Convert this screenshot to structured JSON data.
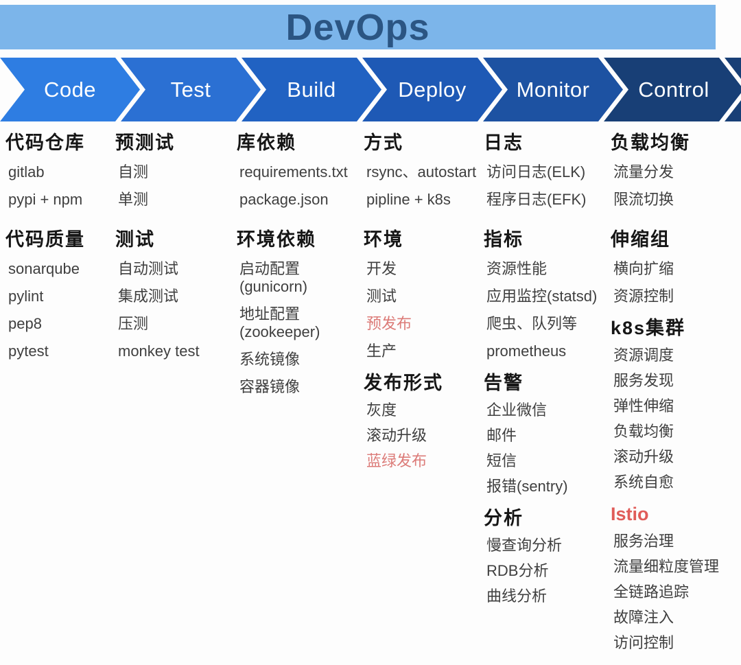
{
  "title": "DevOps",
  "colors": {
    "banner_bg": "#7cb5ea",
    "banner_text": "#2b5583",
    "heading_text": "#161616",
    "item_text": "#3f3f3f",
    "highlight_red": "#dc7b78",
    "istio_red": "#e05c59",
    "chevron_text": "#ffffff"
  },
  "pipeline": [
    {
      "label": "Code",
      "color": "#2e7de2"
    },
    {
      "label": "Test",
      "color": "#2b70d3"
    },
    {
      "label": "Build",
      "color": "#2162c2"
    },
    {
      "label": "Deploy",
      "color": "#1e59b5"
    },
    {
      "label": "Monitor",
      "color": "#1d52a2"
    },
    {
      "label": "Control",
      "color": "#183f76"
    }
  ],
  "pipeline_stub_color": "#183f76",
  "columns": [
    {
      "stage": "Code",
      "sections": [
        {
          "heading": "代码仓库",
          "items": [
            {
              "text": "gitlab"
            },
            {
              "text": "pypi + npm"
            }
          ]
        },
        {
          "heading": "代码质量",
          "items": [
            {
              "text": "sonarqube"
            },
            {
              "text": "pylint"
            },
            {
              "text": "pep8"
            },
            {
              "text": "pytest"
            }
          ]
        }
      ]
    },
    {
      "stage": "Test",
      "sections": [
        {
          "heading": "预测试",
          "items": [
            {
              "text": "自测"
            },
            {
              "text": "单测"
            }
          ]
        },
        {
          "heading": "测试",
          "items": [
            {
              "text": "自动测试"
            },
            {
              "text": "集成测试"
            },
            {
              "text": "压测"
            },
            {
              "text": "monkey test"
            }
          ]
        }
      ]
    },
    {
      "stage": "Build",
      "sections": [
        {
          "heading": "库依赖",
          "items": [
            {
              "text": "requirements.txt"
            },
            {
              "text": "package.json"
            }
          ]
        },
        {
          "heading": "环境依赖",
          "items": [
            {
              "text": "启动配置",
              "sub": "(gunicorn)"
            },
            {
              "text": "地址配置",
              "sub": "(zookeeper)"
            },
            {
              "text": "系统镜像"
            },
            {
              "text": "容器镜像"
            }
          ]
        }
      ]
    },
    {
      "stage": "Deploy",
      "sections": [
        {
          "heading": "方式",
          "items": [
            {
              "text": "rsync、autostart"
            },
            {
              "text": "pipline + k8s"
            }
          ]
        },
        {
          "heading": "环境",
          "items": [
            {
              "text": "开发"
            },
            {
              "text": "测试"
            },
            {
              "text": "预发布",
              "highlight": true
            },
            {
              "text": "生产"
            }
          ]
        },
        {
          "heading": "发布形式",
          "items": [
            {
              "text": "灰度"
            },
            {
              "text": "滚动升级"
            },
            {
              "text": "蓝绿发布",
              "highlight": true
            }
          ]
        }
      ]
    },
    {
      "stage": "Monitor",
      "sections": [
        {
          "heading": "日志",
          "items": [
            {
              "text": "访问日志(ELK)"
            },
            {
              "text": "程序日志(EFK)"
            }
          ]
        },
        {
          "heading": "指标",
          "items": [
            {
              "text": "资源性能"
            },
            {
              "text": "应用监控(statsd)"
            },
            {
              "text": "爬虫、队列等"
            },
            {
              "text": "prometheus"
            }
          ]
        },
        {
          "heading": "告警",
          "items": [
            {
              "text": "企业微信"
            },
            {
              "text": "邮件"
            },
            {
              "text": "短信"
            },
            {
              "text": "报错(sentry)"
            }
          ]
        },
        {
          "heading": "分析",
          "items": [
            {
              "text": "慢查询分析"
            },
            {
              "text": "RDB分析"
            },
            {
              "text": "曲线分析"
            }
          ]
        }
      ]
    },
    {
      "stage": "Control",
      "sections": [
        {
          "heading": "负载均衡",
          "items": [
            {
              "text": "流量分发"
            },
            {
              "text": "限流切换"
            }
          ]
        },
        {
          "heading": "伸缩组",
          "items": [
            {
              "text": "横向扩缩"
            },
            {
              "text": "资源控制"
            }
          ]
        },
        {
          "heading": "k8s集群",
          "items": [
            {
              "text": "资源调度"
            },
            {
              "text": "服务发现"
            },
            {
              "text": "弹性伸缩"
            },
            {
              "text": "负载均衡"
            },
            {
              "text": "滚动升级"
            },
            {
              "text": "系统自愈"
            }
          ]
        },
        {
          "heading": "Istio",
          "heading_highlight": true,
          "items": [
            {
              "text": "服务治理"
            },
            {
              "text": "流量细粒度管理"
            },
            {
              "text": "全链路追踪"
            },
            {
              "text": "故障注入"
            },
            {
              "text": "访问控制"
            }
          ]
        }
      ]
    }
  ]
}
